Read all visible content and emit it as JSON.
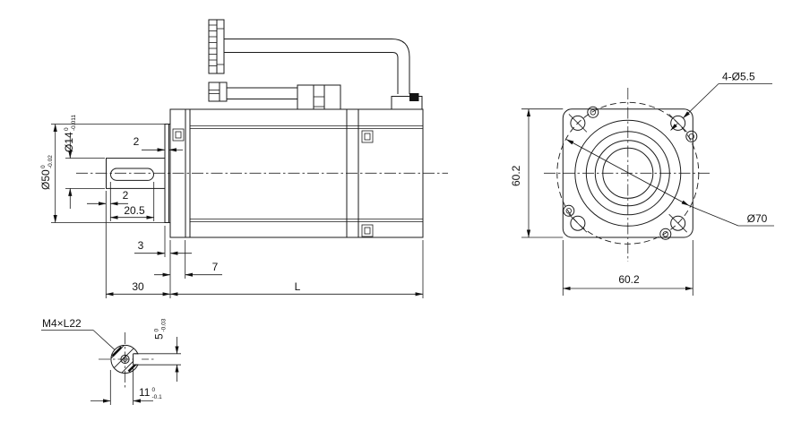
{
  "labels": {
    "side": {
      "pilot_dia": {
        "d": "Ø50",
        "tol_top": "0",
        "tol_bot": "-0.02"
      },
      "shaft_dia": {
        "d": "Ø14",
        "tol_top": "0",
        "tol_bot": "-0.011"
      },
      "boss_step": "2",
      "keyway_offset": "2",
      "keyway_length": "20.5",
      "boss_depth": "3",
      "flange_thickness": "7",
      "shaft_extension": "30",
      "body_length": "L"
    },
    "front": {
      "flange_height": "60.2",
      "flange_width": "60.2",
      "mounting_holes": "4-Ø5.5",
      "bolt_circle": "Ø70"
    },
    "section": {
      "thread": "M4×L22",
      "flat_height": {
        "d": "5",
        "tol_top": "0",
        "tol_bot": "-0.03"
      },
      "across_flat": {
        "d": "11",
        "tol_top": "0",
        "tol_bot": "-0.1"
      }
    }
  }
}
